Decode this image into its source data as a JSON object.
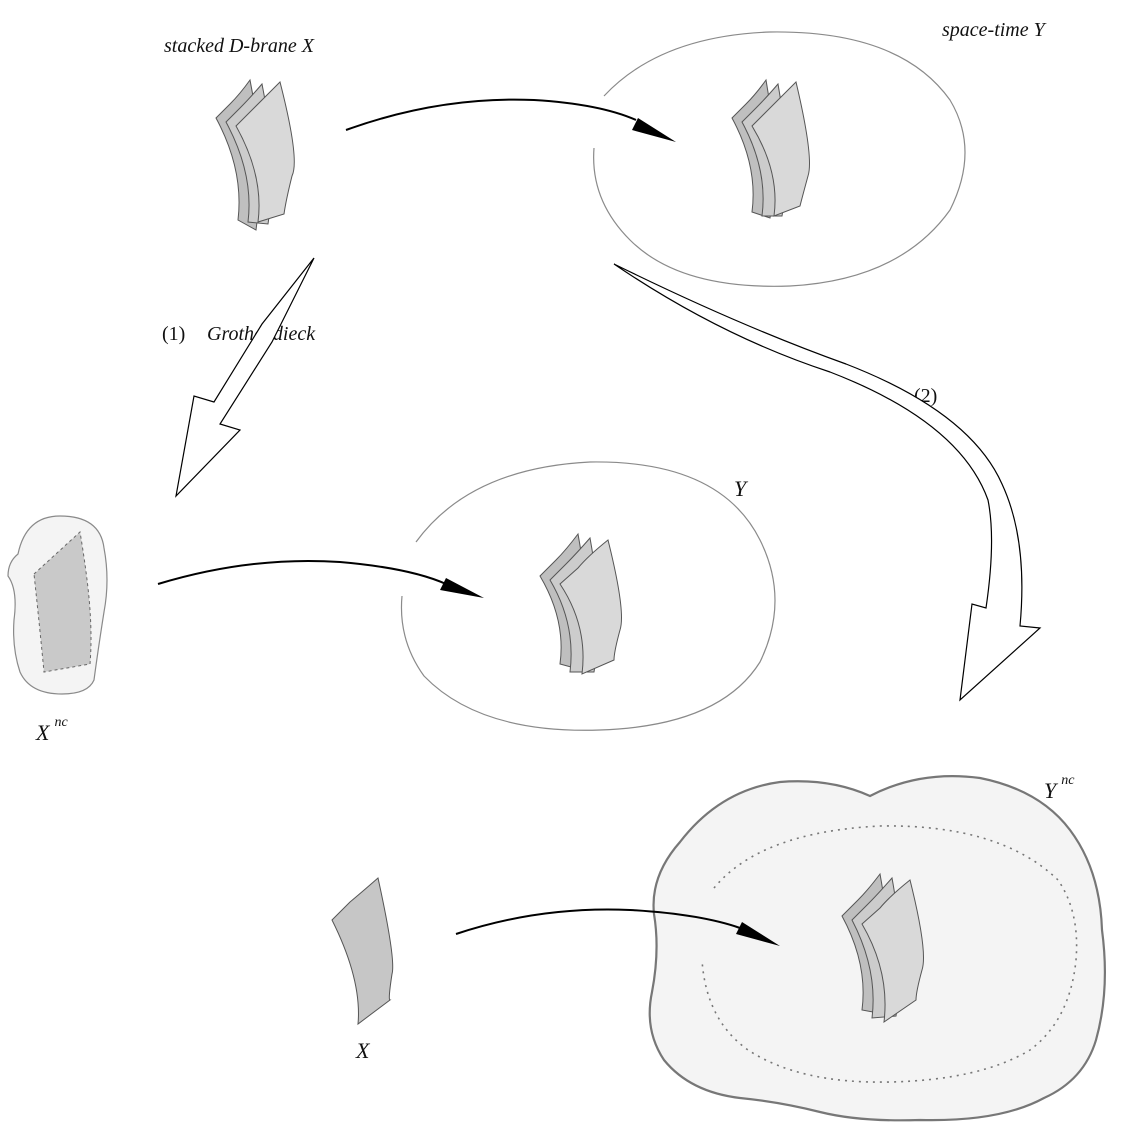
{
  "labels": {
    "stacked_brane": "stacked  D-brane  X",
    "spacetime": "space-time  Y",
    "step1_number": "(1)",
    "step1_name": "Grothendieck",
    "step2": "(2)",
    "x_nc_base": "X",
    "x_nc_sup": "nc",
    "y_middle": "Y",
    "y_nc_base": "Y",
    "y_nc_sup": "nc",
    "x_bottom": "X"
  },
  "colors": {
    "brane_light": "#d6d6d6",
    "brane_dark": "#bdbdbd",
    "ellipse_stroke": "#8a8a8a",
    "region_fill": "#f4f4f4",
    "arrow": "#000000"
  }
}
